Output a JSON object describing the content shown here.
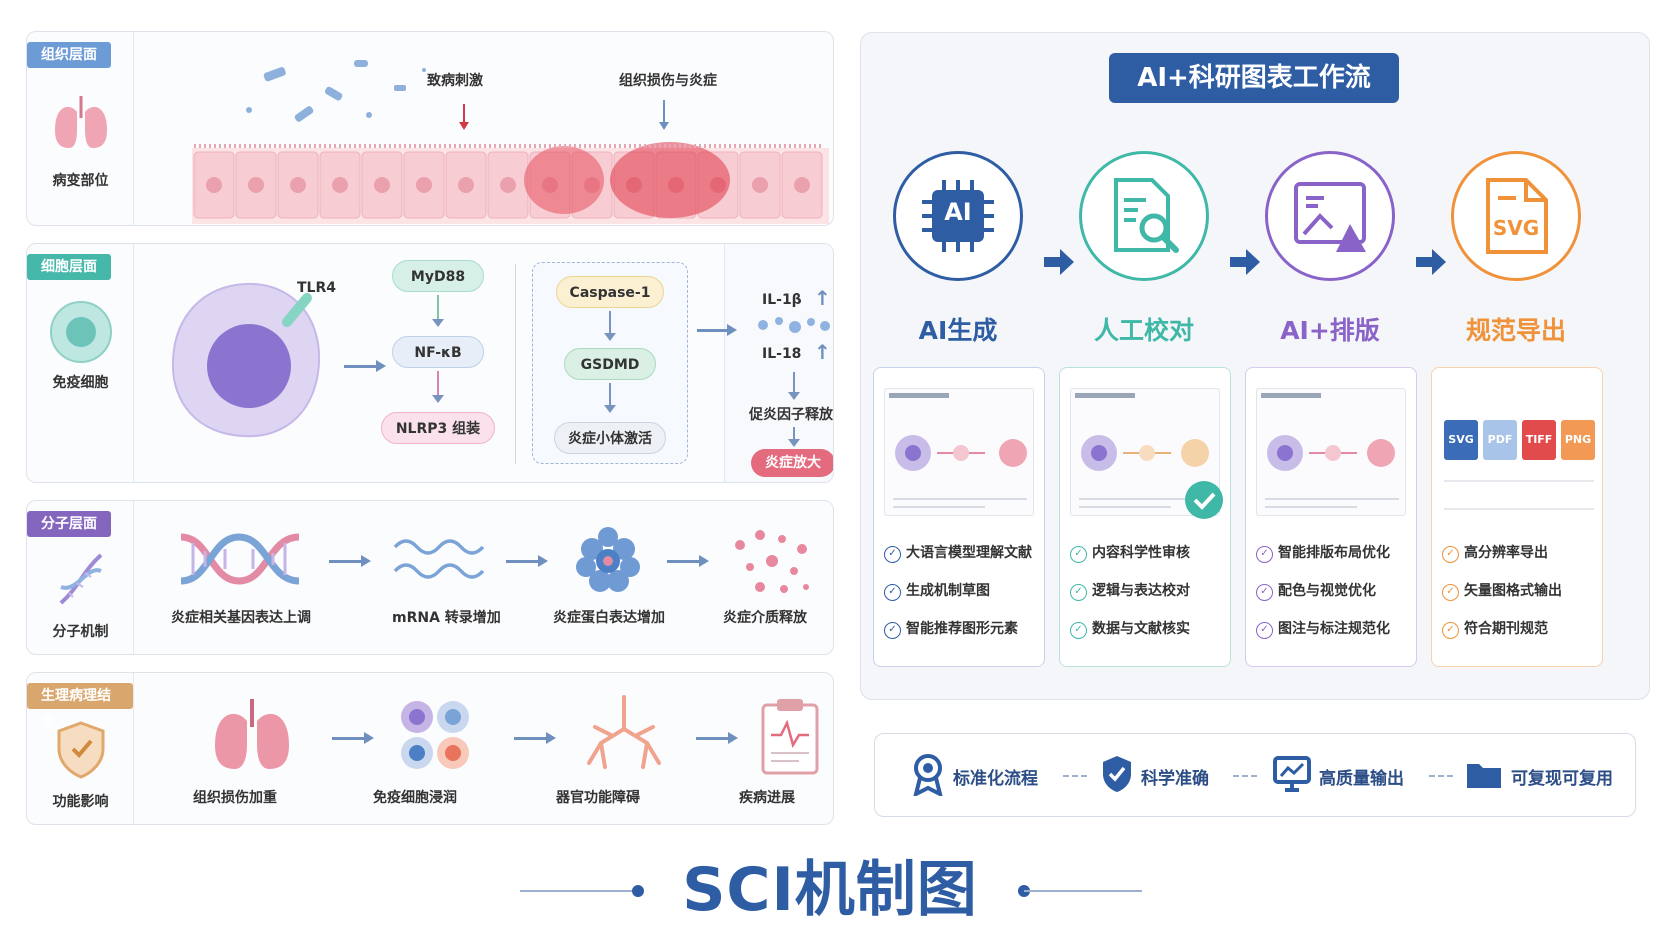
{
  "colors": {
    "accent_blue": "#2e5da4",
    "teal": "#3fb8a8",
    "purple": "#8a63c9",
    "orange": "#f0923a",
    "pink": "#e0607a"
  },
  "tissue": {
    "tag": "组织层面",
    "side_label": "病变部位",
    "stimulus": "致病刺激",
    "damage": "组织损伤与炎症"
  },
  "cell": {
    "tag": "细胞层面",
    "side_label": "免疫细胞",
    "tlr4": "TLR4",
    "myd88": "MyD88",
    "nfkb": "NF-κB",
    "nlrp3": "NLRP3 组装",
    "caspase": "Caspase-1",
    "gsdmd": "GSDMD",
    "inflammasome": "炎症小体激活",
    "il1b": "IL-1β",
    "il18": "IL-18",
    "release": "促炎因子释放",
    "amplify": "炎症放大"
  },
  "molecular": {
    "tag": "分子层面",
    "side_label": "分子机制",
    "steps": [
      "炎症相关基因表达上调",
      "mRNA 转录增加",
      "炎症蛋白表达增加",
      "炎症介质释放"
    ]
  },
  "physio": {
    "tag": "生理病理结果",
    "side_label": "功能影响",
    "steps": [
      "组织损伤加重",
      "免疫细胞浸润",
      "器官功能障碍",
      "疾病进展"
    ]
  },
  "workflow": {
    "title": "AI+科研图表工作流",
    "stages": [
      {
        "icon_text": "AI",
        "name": "AI生成",
        "color": "#2e5da4",
        "items": [
          "大语言模型理解文献",
          "生成机制草图",
          "智能推荐图形元素"
        ]
      },
      {
        "name": "人工校对",
        "color": "#3fb8a8",
        "items": [
          "内容科学性审核",
          "逻辑与表达校对",
          "数据与文献核实"
        ]
      },
      {
        "name": "AI+排版",
        "color": "#8a63c9",
        "items": [
          "智能排版布局优化",
          "配色与视觉优化",
          "图注与标注规范化"
        ]
      },
      {
        "icon_text": "SVG",
        "name": "规范导出",
        "color": "#f0923a",
        "items": [
          "高分辨率导出",
          "矢量图格式输出",
          "符合期刊规范"
        ],
        "formats": [
          "SVG",
          "PDF",
          "TIFF",
          "PNG"
        ]
      }
    ]
  },
  "bottom": [
    "标准化流程",
    "科学准确",
    "高质量输出",
    "可复现可复用"
  ],
  "main_title": "SCI机制图"
}
